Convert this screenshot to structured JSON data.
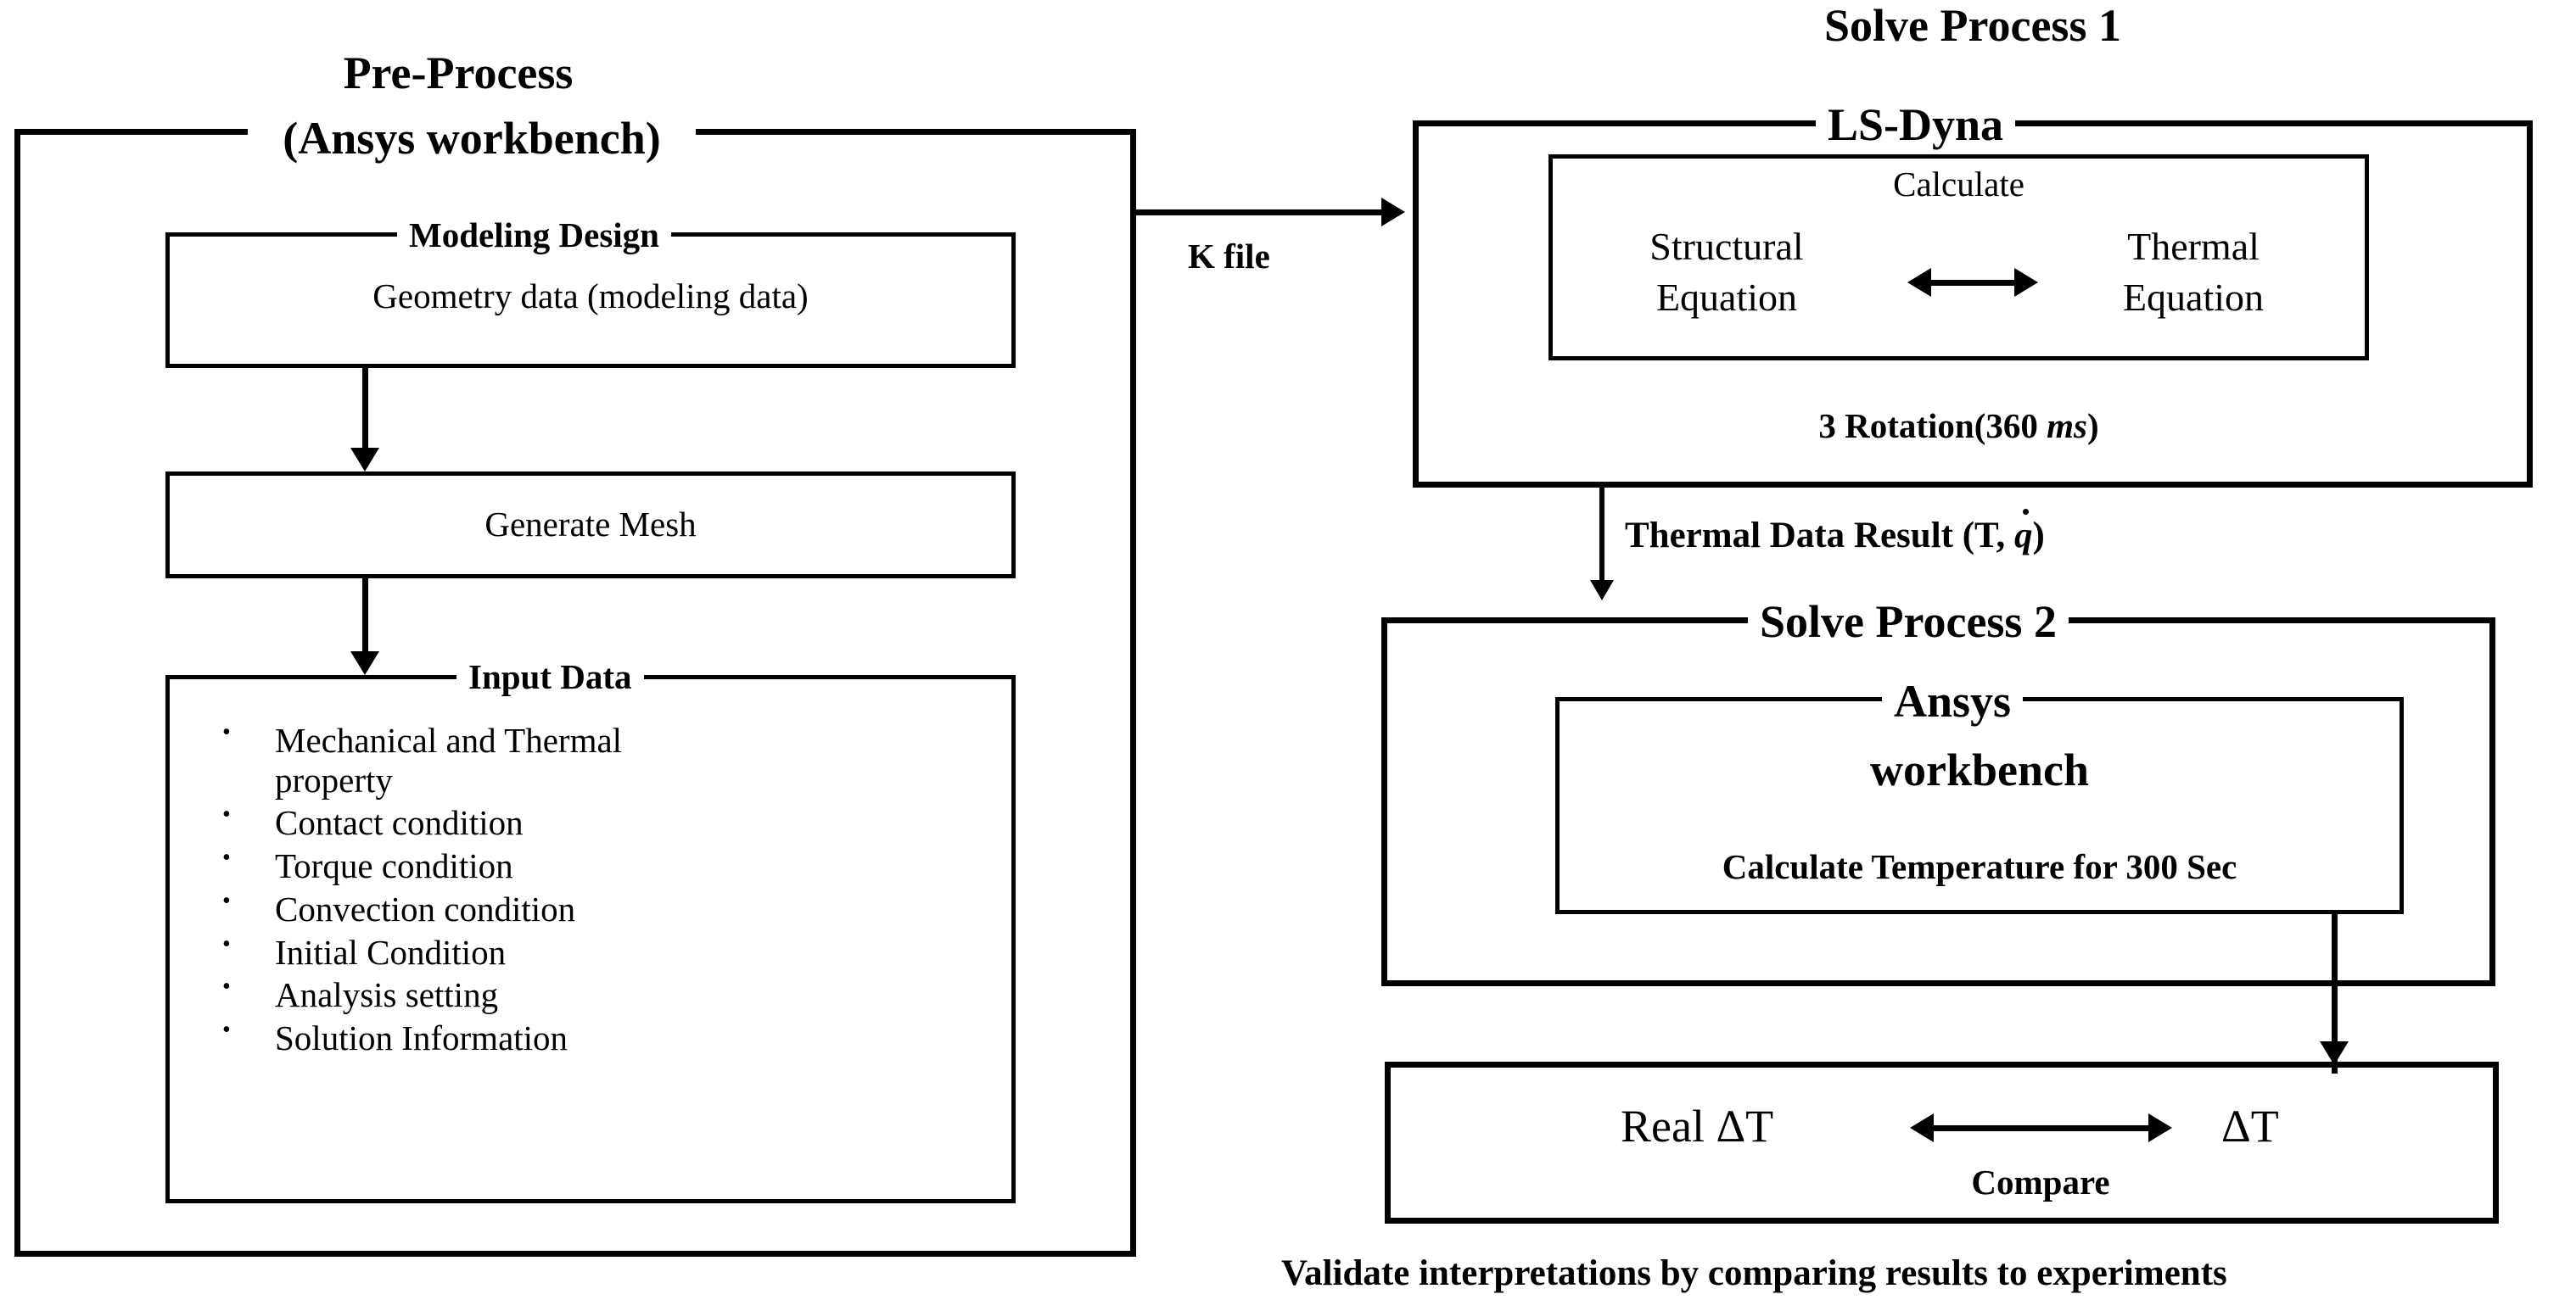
{
  "diagram": {
    "title_left_line1": "Pre-Process",
    "title_left_line2": "(Ansys workbench)",
    "pre_process": {
      "modeling_design_title": "Modeling Design",
      "modeling_design_body": "Geometry  data (modeling  data)",
      "generate_mesh_label": "Generate  Mesh",
      "input_data_title": "Input Data",
      "input_data_items": [
        "Mechanical  and  Thermal\nproperty",
        "Contact  condition",
        "Torque  condition",
        "Convection  condition",
        "Initial  Condition",
        "Analysis  setting",
        "Solution  Information"
      ]
    },
    "connector_k_file": "K file",
    "solve_process_1": {
      "heading": "Solve Process 1",
      "frame_title": "LS-Dyna",
      "calculate_label": "Calculate",
      "equation_left_line1": "Structural",
      "equation_left_line2": "Equation",
      "equation_right_line1": "Thermal",
      "equation_right_line2": "Equation",
      "rotation_note_prefix": "3 Rotation(360 ",
      "rotation_note_unit": "ms",
      "rotation_note_suffix": ")"
    },
    "connector_thermal_prefix": "Thermal Data Result (T, ",
    "connector_thermal_symbol": "q",
    "connector_thermal_suffix": ")",
    "solve_process_2": {
      "heading": "Solve Process 2",
      "inner_title": "Ansys",
      "inner_subtitle": "workbench",
      "inner_note": "Calculate Temperature  for 300 Sec"
    },
    "compare_box": {
      "left_label": "Real ΔT",
      "right_label": "ΔT",
      "arrow_caption": "Compare"
    },
    "footer_caption": "Validate interpretations  by comparing results to experiments",
    "colors": {
      "stroke": "#000000",
      "background": "#ffffff"
    }
  }
}
